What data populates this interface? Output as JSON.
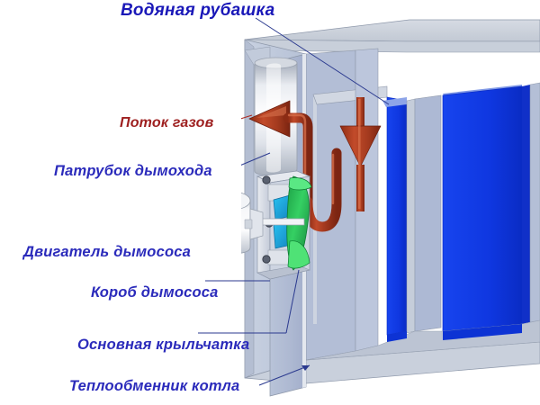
{
  "diagram": {
    "kind": "technical-cutaway",
    "subject": "Boiler with smoke exhauster (дымосос) cutaway",
    "background_color": "#ffffff",
    "labels": [
      {
        "id": "water-jacket",
        "text": "Водяная рубашка",
        "color": "#1a18b8",
        "style": "title",
        "leader": "diagonal-down-right"
      },
      {
        "id": "gas-flow",
        "text": "Поток газов",
        "color": "#9e2020",
        "style": "red",
        "leader": "short-up-right"
      },
      {
        "id": "flue-pipe",
        "text": "Патрубок дымохода",
        "color": "#2b2bbb",
        "style": "blue",
        "leader": "short-up-right"
      },
      {
        "id": "exhauster-motor",
        "text": "Двигатель дымососа",
        "color": "#2b2bbb",
        "style": "blue",
        "leader": "short-up-right"
      },
      {
        "id": "exhauster-box",
        "text": "Короб дымососа",
        "color": "#2b2bbb",
        "style": "blue",
        "leader": "horizontal-overline"
      },
      {
        "id": "main-impeller",
        "text": "Основная крыльчатка",
        "color": "#2b2bbb",
        "style": "blue",
        "leader": "horizontal-overline"
      },
      {
        "id": "boiler-heat-exchanger",
        "text": "Теплообменник котла",
        "color": "#2b2bbb",
        "style": "blue",
        "leader": "long-up-right"
      }
    ],
    "palette": {
      "label_blue": "#2b2bbb",
      "title_blue": "#1a18b8",
      "label_red": "#9e2020",
      "leader_line": "#2b3a8f",
      "leader_line_red": "#aa2a22",
      "body_light": "#c3cde0",
      "body_mid": "#aab7d2",
      "body_dark": "#97a6c6",
      "body_top": "#ccd3dd",
      "water_blue": "#0f3fe8",
      "water_blue_dark": "#0b2ec0",
      "pipe_red": "#a83a22",
      "pipe_red_dark": "#7d2612",
      "arrow_red": "#b3391e",
      "metal_white": "#f4f5f7",
      "metal_gray": "#b9bfc8",
      "impeller_cyan": "#25b9e8",
      "fan_green": "#1eb34a",
      "fan_green_light": "#5fe07a",
      "outline": "#5a6a8c"
    },
    "components": [
      {
        "name": "flue-outlet-cylinder",
        "color": "#dfe3ea"
      },
      {
        "name": "gas-flow-cone-arrow",
        "color": "#a83a22"
      },
      {
        "name": "red-exhaust-pipe",
        "color": "#a83a22"
      },
      {
        "name": "down-flow-arrow",
        "color": "#b3391e"
      },
      {
        "name": "exhauster-motor-cylinder",
        "color": "#f0f1f4"
      },
      {
        "name": "exhauster-housing-box",
        "color": "#c6cedd"
      },
      {
        "name": "cyan-impeller-blades",
        "color": "#25b9e8"
      },
      {
        "name": "green-main-impeller",
        "color": "#1eb34a"
      },
      {
        "name": "water-jacket-panels",
        "color": "#0f3fe8"
      },
      {
        "name": "boiler-shell",
        "color": "#aab7d2"
      }
    ]
  }
}
